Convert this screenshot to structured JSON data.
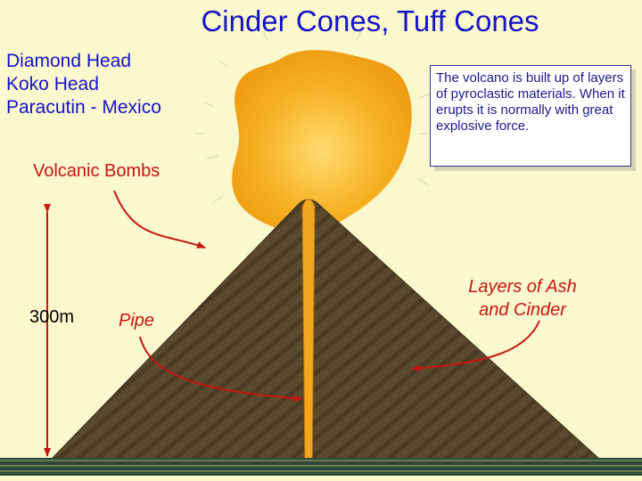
{
  "title": "Cinder Cones, Tuff Cones",
  "examples": [
    "Diamond Head",
    "Koko Head",
    "Paracutin - Mexico"
  ],
  "labels": {
    "bombs": "Volcanic Bombs",
    "height": "300m",
    "pipe": "Pipe",
    "layers_line1": "Layers of Ash",
    "layers_line2": "and Cinder"
  },
  "info_text": "The volcano is built up of layers of pyroclastic materials. When  it erupts it is normally with great explosive force.",
  "colors": {
    "background": "#fbf8cd",
    "title": "#1414c8",
    "label_red": "#c81414",
    "cone": "#5a4a2a",
    "plume": "#f5b020",
    "ground": "#2f4a3a"
  }
}
